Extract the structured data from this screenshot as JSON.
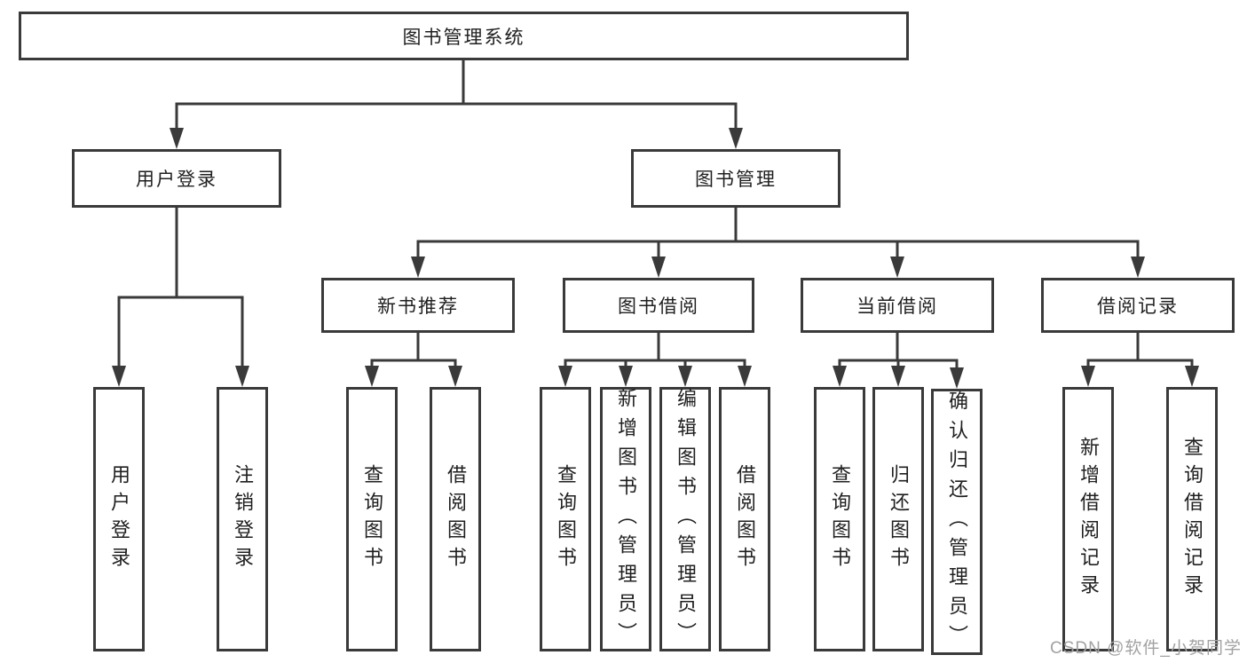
{
  "diagram": {
    "root_label": "图书管理系统",
    "branches": [
      {
        "label": "用户登录",
        "leaves": [
          "用户登录",
          "注销登录"
        ]
      },
      {
        "label": "图书管理",
        "groups": [
          {
            "label": "新书推荐",
            "leaves": [
              "查询图书",
              "借阅图书"
            ]
          },
          {
            "label": "图书借阅",
            "leaves": [
              "查询图书",
              "新增图书（管理员）",
              "编辑图书（管理员）",
              "借阅图书"
            ]
          },
          {
            "label": "当前借阅",
            "leaves": [
              "查询图书",
              "归还图书",
              "确认归还（管理员）"
            ]
          },
          {
            "label": "借阅记录",
            "leaves": [
              "新增借阅记录",
              "查询借阅记录"
            ]
          }
        ]
      }
    ]
  },
  "watermark": {
    "text": "CSDN @软件_小贺同学"
  },
  "colors": {
    "line": "#3a3a3a",
    "box_border": "#3a3a3a",
    "text": "#1f1f1f",
    "background": "#ffffff",
    "watermark": "#a2a2a2"
  }
}
